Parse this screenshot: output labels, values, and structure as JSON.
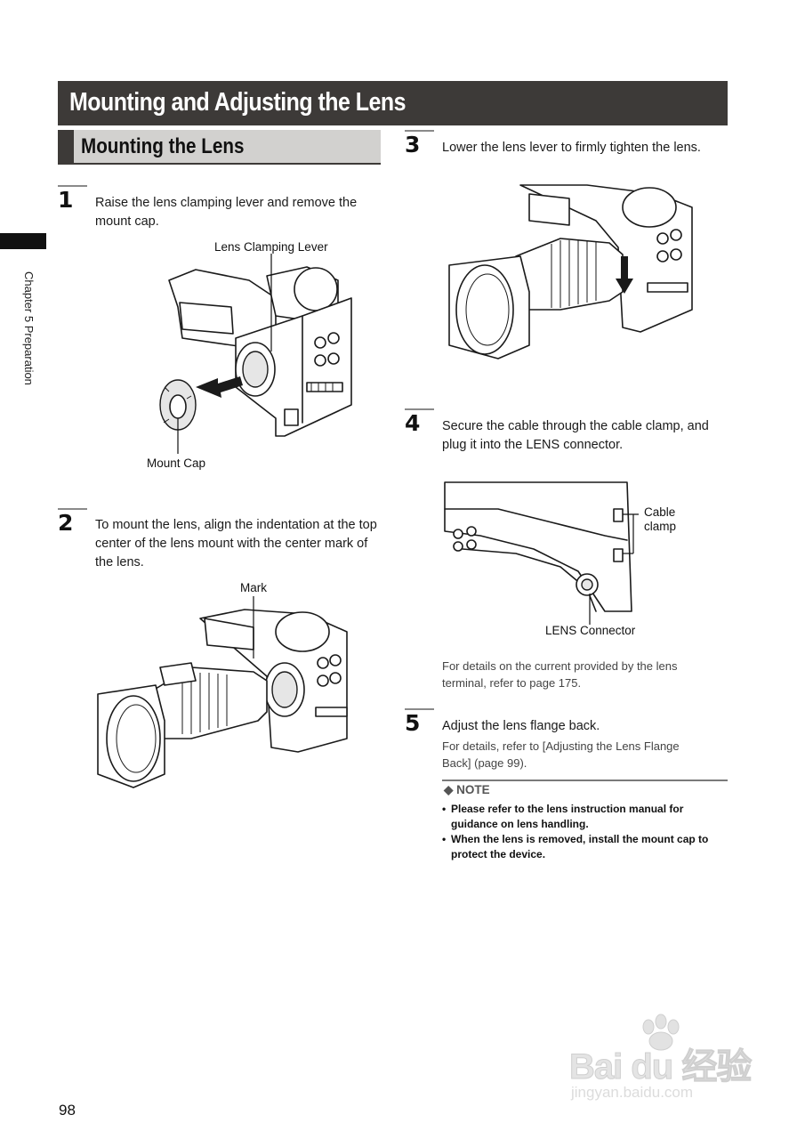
{
  "header": {
    "title": "Mounting and Adjusting the Lens"
  },
  "section": {
    "title": "Mounting the Lens"
  },
  "sidebar": {
    "chapter_label": "Chapter 5  Preparation"
  },
  "steps": [
    {
      "number": "1",
      "text": "Raise the lens clamping lever and remove the mount cap."
    },
    {
      "number": "2",
      "text": "To mount the lens, align the indentation at the top center of the lens mount with the center mark of the lens."
    },
    {
      "number": "3",
      "text": "Lower the lens lever to firmly tighten the lens."
    },
    {
      "number": "4",
      "text": "Secure the cable through the cable clamp, and plug it into the LENS connector."
    },
    {
      "number": "5",
      "text": "Adjust the lens flange back.",
      "detail": "For details, refer to [Adjusting the Lens Flange Back] (page 99)."
    }
  ],
  "figure_labels": {
    "lens_clamping_lever": "Lens Clamping Lever",
    "mount_cap": "Mount Cap",
    "mark": "Mark",
    "cable_clamp": "Cable\nclamp",
    "lens_connector": "LENS Connector"
  },
  "step4_detail": "For details on the current provided by the lens terminal, refer to page 175.",
  "note": {
    "heading": "◆ NOTE",
    "items": [
      "Please refer to the lens instruction manual for guidance on lens handling.",
      "When the lens is removed, install the mount cap to protect the device."
    ]
  },
  "footer": {
    "page_number": "98"
  },
  "watermark": {
    "brand": "Bai du 经验",
    "url": "jingyan.baidu.com"
  }
}
